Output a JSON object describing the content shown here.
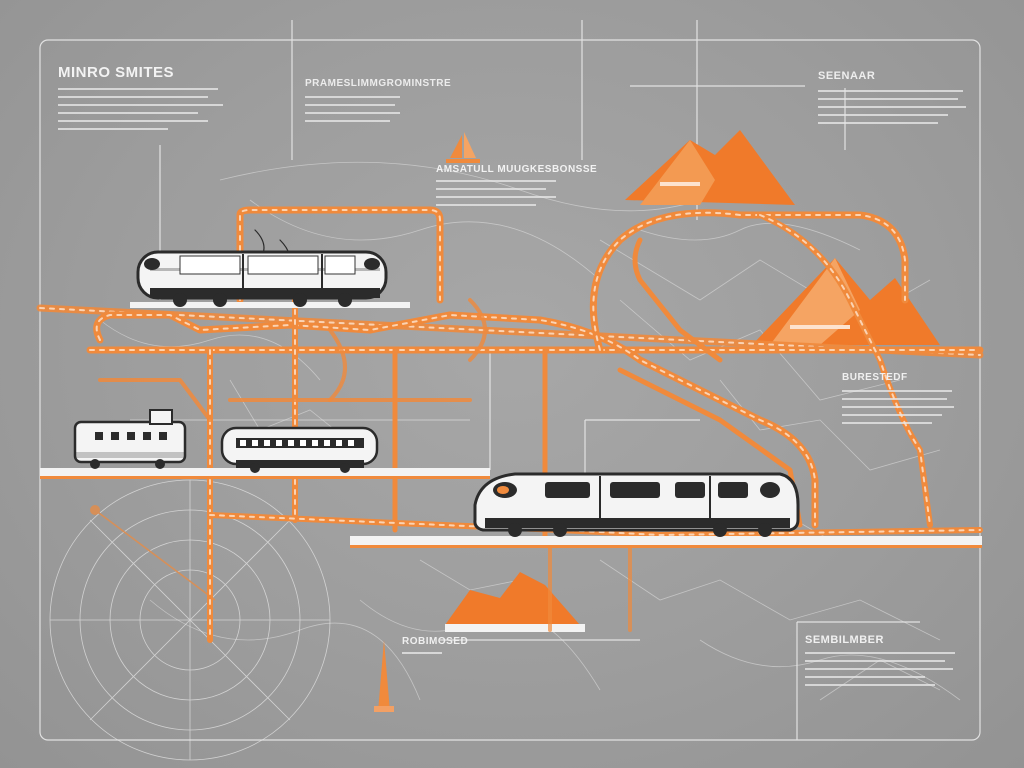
{
  "infographic": {
    "title": "MINRO SMITES",
    "labels": {
      "top_center": "PRAMESLIMMGROMINSTRE",
      "mid_center": "AMSATULL MUUGKESBONSSE",
      "top_right": "SEENAAR",
      "right_mid": "BURESTEDF",
      "bottom_center": "ROBIMOSED",
      "bottom_right": "SEMBILMBER"
    }
  },
  "colors": {
    "background": "#9d9d9d",
    "track": "#f08a3c",
    "track_light": "#f7b27a",
    "line_white": "#eeeeee",
    "mountain": "#f07a2a",
    "train_body": "#f4f4f4",
    "train_dark": "#2b2b2b"
  },
  "icons": [
    "train-icon",
    "mountain-icon",
    "sailboat-icon",
    "monument-icon",
    "compass-icon"
  ]
}
